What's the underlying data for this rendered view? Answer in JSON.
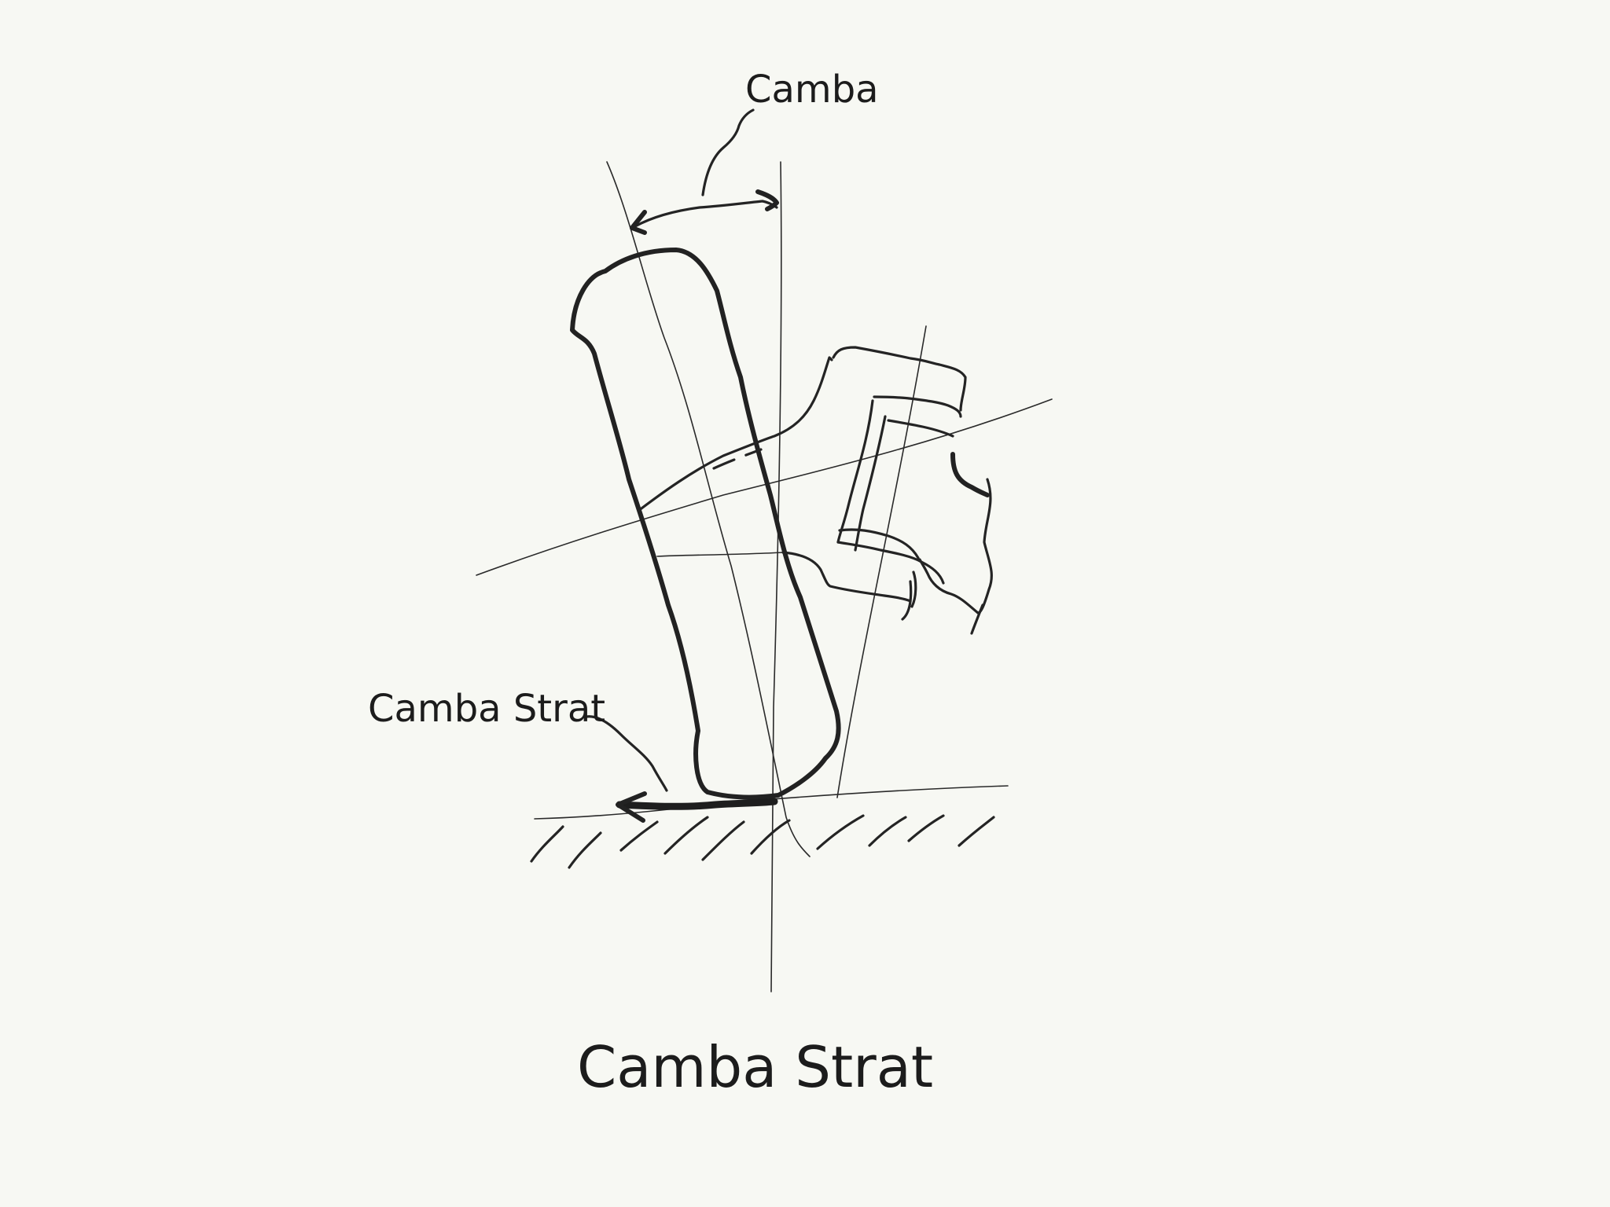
{
  "diagram": {
    "top_label": "Camba",
    "side_label": "Camba Strat",
    "caption": "Camba Strat"
  }
}
